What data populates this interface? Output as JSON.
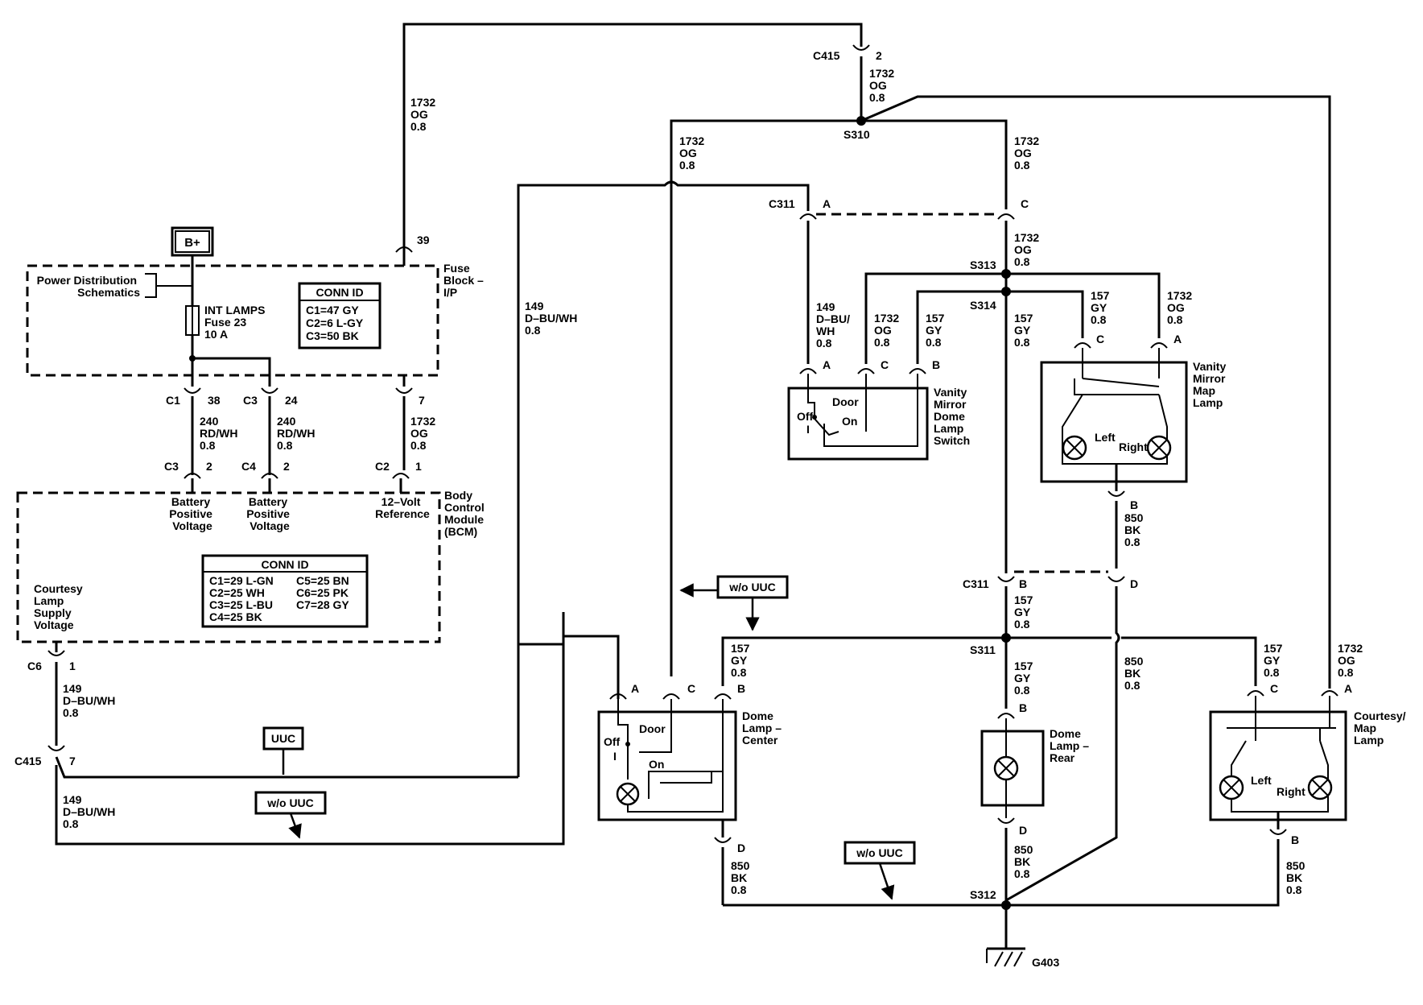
{
  "power_source": "B+",
  "pdm": {
    "link_label": [
      "Power Distribution",
      "Schematics"
    ],
    "fuse_label": [
      "INT LAMPS",
      "Fuse 23",
      "10 A"
    ],
    "conn_title": "CONN ID",
    "conn_rows": [
      "C1=47 GY",
      "C2=6 L-GY",
      "C3=50 BK"
    ],
    "fuse_block_label": [
      "Fuse",
      "Block –",
      "I/P"
    ]
  },
  "bcm": {
    "label": [
      "Body",
      "Control",
      "Module",
      "(BCM)"
    ],
    "conn_title": "CONN ID",
    "conn_rows_left": [
      "C1=29 L-GN",
      "C2=25 WH",
      "C3=25 L-BU",
      "C4=25 BK"
    ],
    "conn_rows_right": [
      "C5=25 BN",
      "C6=25 PK",
      "C7=28 GY"
    ],
    "pin_c3": [
      "Battery",
      "Positive",
      "Voltage"
    ],
    "pin_c4": [
      "Battery",
      "Positive",
      "Voltage"
    ],
    "pin_c2": [
      "12–Volt",
      "Reference"
    ],
    "pin_c6": [
      "Courtesy",
      "Lamp",
      "Supply",
      "Voltage"
    ]
  },
  "connectors": {
    "c1_38": [
      "C1",
      "38"
    ],
    "c3_24": [
      "C3",
      "24"
    ],
    "fuse_39": "39",
    "fb_7": "7",
    "c3_2": [
      "C3",
      "2"
    ],
    "c4_2": [
      "C4",
      "2"
    ],
    "c2_1": [
      "C2",
      "1"
    ],
    "c6_1": [
      "C6",
      "1"
    ],
    "c415_2": [
      "C415",
      "2"
    ],
    "c415_7": [
      "C415",
      "7"
    ],
    "c311_top": [
      "C311",
      "A",
      "C"
    ],
    "c311_mid": [
      "C311",
      "B",
      "D"
    ]
  },
  "splices": [
    "S310",
    "S313",
    "S314",
    "S311",
    "S312"
  ],
  "ground": "G403",
  "wires": {
    "w240": [
      "240",
      "RD/WH",
      "0.8"
    ],
    "w1732": [
      "1732",
      "OG",
      "0.8"
    ],
    "w149": [
      "149",
      "D–BU/WH",
      "0.8"
    ],
    "w149_split": [
      "149",
      "D–BU/",
      "WH",
      "0.8"
    ],
    "w157": [
      "157",
      "GY",
      "0.8"
    ],
    "w850": [
      "850",
      "BK",
      "0.8"
    ]
  },
  "components": {
    "vm_switch": [
      "Vanity",
      "Mirror",
      "Dome",
      "Lamp",
      "Switch"
    ],
    "vm_map": [
      "Vanity",
      "Mirror",
      "Map",
      "Lamp"
    ],
    "dome_center": [
      "Dome",
      "Lamp –",
      "Center"
    ],
    "dome_rear": [
      "Dome",
      "Lamp –",
      "Rear"
    ],
    "courtesy_map": [
      "Courtesy/",
      "Map",
      "Lamp"
    ],
    "sw_off": "Off",
    "sw_i": "I",
    "sw_door": "Door",
    "sw_on": "On",
    "left": "Left",
    "right": "Right"
  },
  "pins": {
    "a": "A",
    "b": "B",
    "c": "C",
    "d": "D"
  },
  "options": {
    "uuc": "UUC",
    "wo_uuc": "w/o UUC"
  }
}
